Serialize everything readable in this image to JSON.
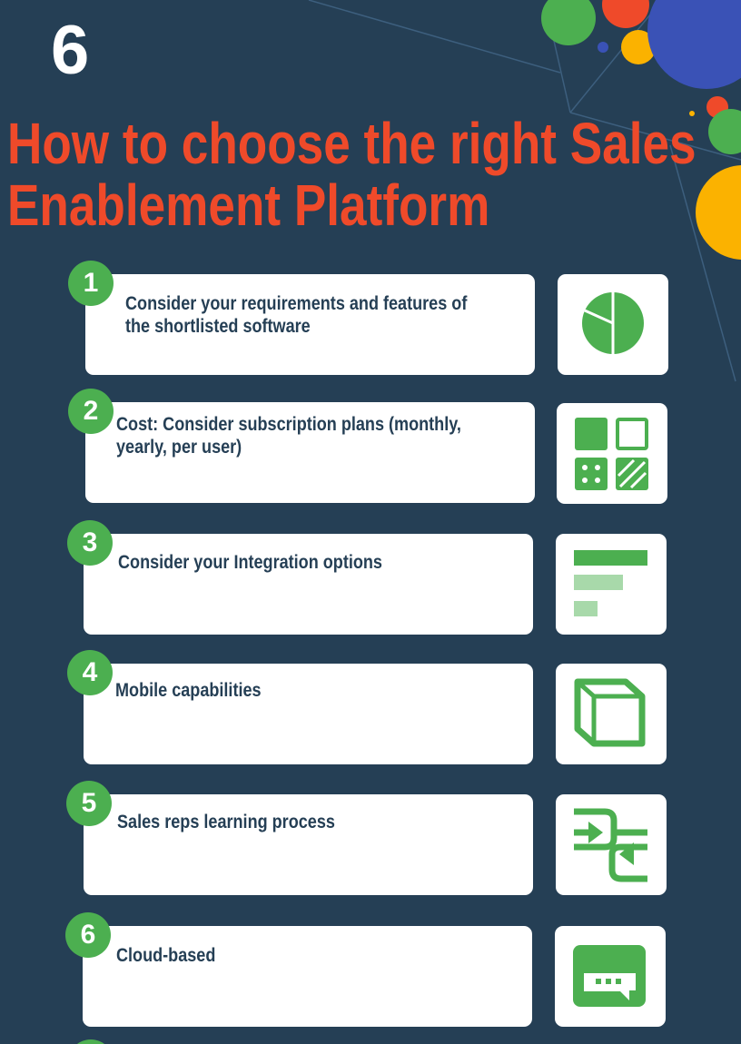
{
  "header": {
    "number": "6",
    "title_line1": "How to choose the right Sales",
    "title_line2": "Enablement Platform"
  },
  "colors": {
    "background": "#253f55",
    "accent_red": "#ef4a2a",
    "green": "#4caf50",
    "blue": "#3a52b6",
    "yellow": "#fbb200"
  },
  "steps": [
    {
      "num": "1",
      "text_line1": "Consider your requirements and features of",
      "text_line2": "the shortlisted software",
      "icon": "pie-chart-icon"
    },
    {
      "num": "2",
      "text_line1": "Cost: Consider subscription plans (monthly,",
      "text_line2": "yearly, per user)",
      "icon": "grid-tiles-icon"
    },
    {
      "num": "3",
      "text_line1": "Consider your Integration options",
      "icon": "bar-list-icon"
    },
    {
      "num": "4",
      "text_line1": "Mobile capabilities",
      "icon": "cube-icon"
    },
    {
      "num": "5",
      "text_line1": "Sales reps learning process",
      "icon": "merge-arrows-icon"
    },
    {
      "num": "6",
      "text_line1": "Cloud-based",
      "icon": "chat-bubble-icon"
    }
  ]
}
